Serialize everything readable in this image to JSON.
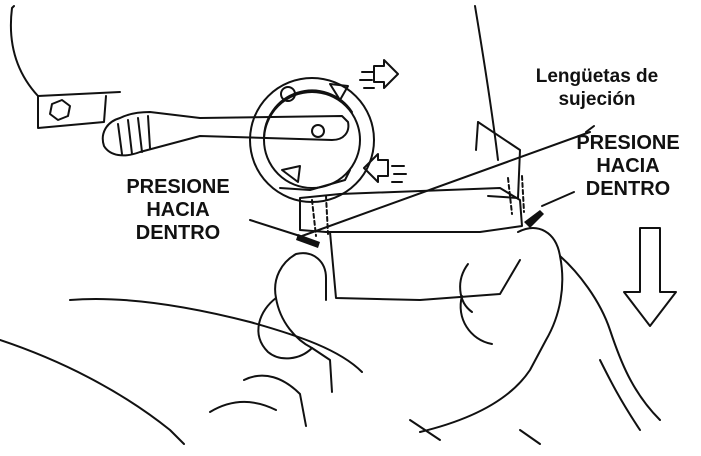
{
  "labels": {
    "tabs": [
      "Lengüetas de",
      "sujeción"
    ],
    "press_left": [
      "PRESIONE",
      "HACIA",
      "DENTRO"
    ],
    "press_right": [
      "PRESIONE",
      "HACIA",
      "DENTRO"
    ]
  },
  "icons": [
    "wrench-icon",
    "arrow-down-icon",
    "cycle-forward-icon",
    "cycle-back-icon"
  ],
  "colors": {
    "line": "#111111",
    "background": "#ffffff"
  }
}
